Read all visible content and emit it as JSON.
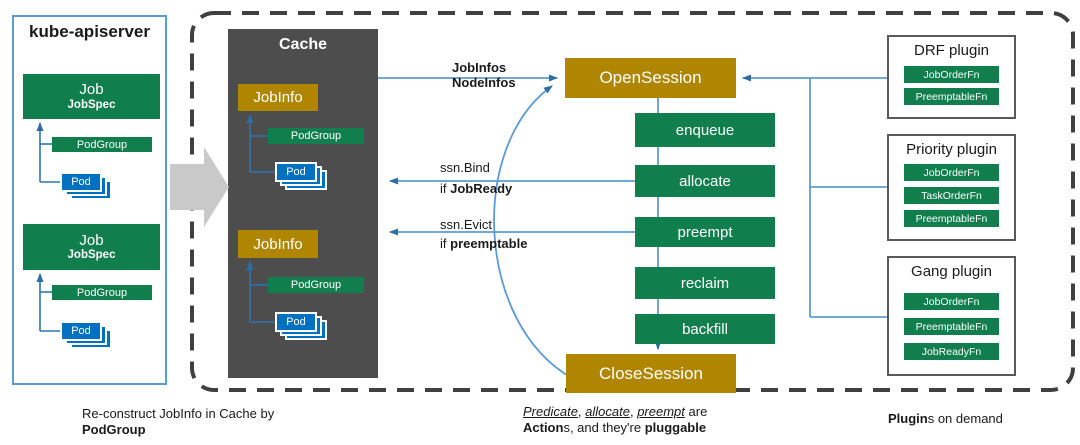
{
  "colors": {
    "green": "#117e4d",
    "gold": "#b08500",
    "cache_gray": "#4d4d4d",
    "pod_blue": "#0070c0",
    "line_blue": "#5b9bd5",
    "arrow_blue": "#2d6da4"
  },
  "kube_apiserver": {
    "title": "kube-apiserver",
    "groups": [
      {
        "job": "Job",
        "spec": "JobSpec",
        "podgroup": "PodGroup",
        "pod": "Pod"
      },
      {
        "job": "Job",
        "spec": "JobSpec",
        "podgroup": "PodGroup",
        "pod": "Pod"
      }
    ]
  },
  "cache": {
    "title": "Cache",
    "groups": [
      {
        "jobinfo": "JobInfo",
        "podgroup": "PodGroup",
        "pod": "Pod"
      },
      {
        "jobinfo": "JobInfo",
        "podgroup": "PodGroup",
        "pod": "Pod"
      }
    ]
  },
  "session": {
    "open": "OpenSession",
    "close": "CloseSession",
    "actions": [
      "enqueue",
      "allocate",
      "preempt",
      "reclaim",
      "backfill"
    ]
  },
  "edges": {
    "to_open_line1": "JobInfos",
    "to_open_line2": "NodeInfos",
    "bind": "ssn.Bind",
    "bind_if": "if ",
    "bind_cond": "JobReady",
    "evict": "ssn.Evict",
    "evict_if": "if ",
    "evict_cond": "preemptable"
  },
  "plugins": [
    {
      "title": "DRF plugin",
      "fns": [
        "JobOrderFn",
        "PreemptableFn"
      ]
    },
    {
      "title": "Priority plugin",
      "fns": [
        "JobOrderFn",
        "TaskOrderFn",
        "PreemptableFn"
      ]
    },
    {
      "title": "Gang plugin",
      "fns": [
        "JobOrderFn",
        "PreemptableFn",
        "JobReadyFn"
      ]
    }
  ],
  "captions": {
    "left1": "Re-construct JobInfo in Cache by",
    "left2": "PodGroup",
    "mid_w1": "Predicate",
    "mid_s1": ", ",
    "mid_w2": "allocate",
    "mid_s2": ", ",
    "mid_w3": "preempt",
    "mid_t1": " are",
    "mid_b1": "Action",
    "mid_t2": "s, and they're ",
    "mid_b2": "pluggable",
    "right_b": "Plugin",
    "right_t": "s on demand"
  }
}
